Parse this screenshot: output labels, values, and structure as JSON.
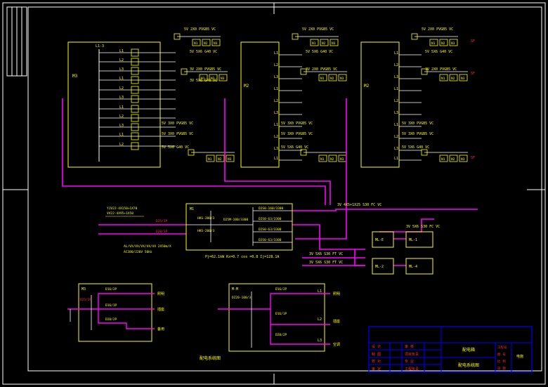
{
  "colors": {
    "background": "#000000",
    "frame": "#ffffff",
    "box": "#ffff00",
    "wire": "#ff00ff",
    "label": "#ff3030",
    "text_yellow": "#ffff00",
    "text_white": "#ffffff",
    "title_block": "#0000ff",
    "cyan": "#00ffff"
  },
  "panels": {
    "left": "M3",
    "middle": "M2",
    "right": "M2",
    "left_top_tag": "L1-3",
    "main": "M1",
    "bottom_left": "M3",
    "bottom_mid": "M-M",
    "sub_a": "ML-E",
    "sub_b": "ML-1",
    "sub_c": "ML-2",
    "sub_d": "ML-4"
  },
  "cables": {
    "c1": "5V 2X0 PVGB5 VC",
    "c2": "5V 5X6 G40 VC",
    "c3": "3V 2X0 PVGB5 VC",
    "c4": "3V 5X6 G40 VC",
    "c5": "5V 3X0 PVGB5 VC",
    "c6": "5V 3X0 PVGB5 VC",
    "c7": "5V 5X6 G40 VC",
    "main_feed": "3V 4X5+1X25 S30 FC VC",
    "sub_feed": "3V 5X6 S30 FC VC",
    "sub_feed2": "3V 5X6 S30 FT VC",
    "sub_feed3": "3V 5X6 S30 FT VC"
  },
  "main_panel": {
    "breaker_top": "D2S0-160/3300",
    "breaker_mid": "D25M-100/3300",
    "breaker_lo1": "D2S0-63/3300",
    "breaker_lo2": "D2S0-63/3300",
    "breaker_lo3": "D2S0-63/3300",
    "switch_a": "HKS-200/3",
    "switch_b": "HKS-200/3",
    "formula": "Pj=62.1kW Kx=0.7 cos =0.8 Ij=128.1A",
    "incoming_1": "YJV22-4X150+1X70",
    "incoming_2": "VV22-4X95+1X50",
    "incoming_note": "AL/VX/VX/VX/VX/VX 2X50m/X",
    "note_line": "AC380/220V 50Hz",
    "tap_a": "D25/3P",
    "tap_b": "D20/3P"
  },
  "branch_labels": [
    "L1",
    "L2",
    "L3",
    "L1",
    "L2",
    "L3",
    "L1",
    "L2",
    "L3",
    "L1",
    "L2"
  ],
  "loads": [
    "N1",
    "N2",
    "N3"
  ],
  "rcd": "D25/3P",
  "rcd2": "DZ20-100/3",
  "bottom": {
    "caption": "配电系统图",
    "r1": "照明",
    "r2": "插座",
    "r3": "备用",
    "brk1": "D16/2P",
    "brk2": "D16/1P",
    "brk3": "D20/2P",
    "mm_r1": "照明",
    "mm_r2": "插座",
    "mm_r3": "空调",
    "L1": "L1",
    "L2": "L2",
    "L3": "L3",
    "note": "D25/3P"
  },
  "title_block": {
    "project": "配电箱",
    "drawing": "配电系统图",
    "row1a": "设 计",
    "row1b": "审 核",
    "row2a": "制 图",
    "row2b": "项目负责",
    "row3a": "校 对",
    "row3b": "专 业",
    "row4a": "审 定",
    "row4b": "工程负责",
    "r_1": "工程号",
    "r_2": "图 号",
    "r_3": "比 例",
    "r_4": "日 期",
    "sheet": "电施"
  },
  "side_tags": {
    "t1": "SF",
    "t2": "SF",
    "t3": "SF"
  }
}
